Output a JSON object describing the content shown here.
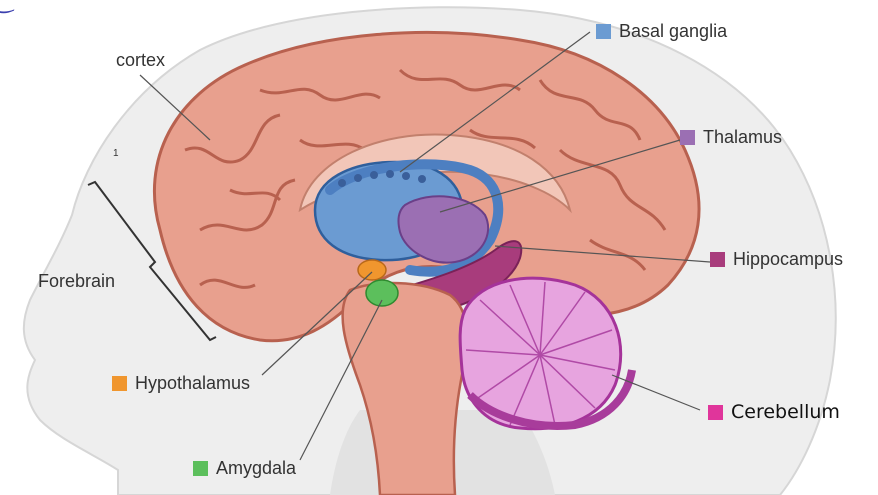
{
  "labels": {
    "cortex": "cortex",
    "forebrain": "Forebrain",
    "basal_ganglia": "Basal ganglia",
    "thalamus": "Thalamus",
    "hippocampus": "Hippocampus",
    "hypothalamus": "Hypothalamus",
    "amygdala": "Amygdala",
    "cerebellum": "Cerebellum",
    "stray_mark": "1"
  },
  "colors": {
    "basal_ganglia": "#6b9bd2",
    "thalamus": "#9b6fb3",
    "hippocampus": "#a83c7c",
    "hypothalamus": "#f0962e",
    "amygdala": "#5cbf5c",
    "cerebellum": "#e0359b",
    "cerebrum": "#e8a08e",
    "head_skin": "#ececec",
    "annotation_ink": "#3b3fae"
  }
}
